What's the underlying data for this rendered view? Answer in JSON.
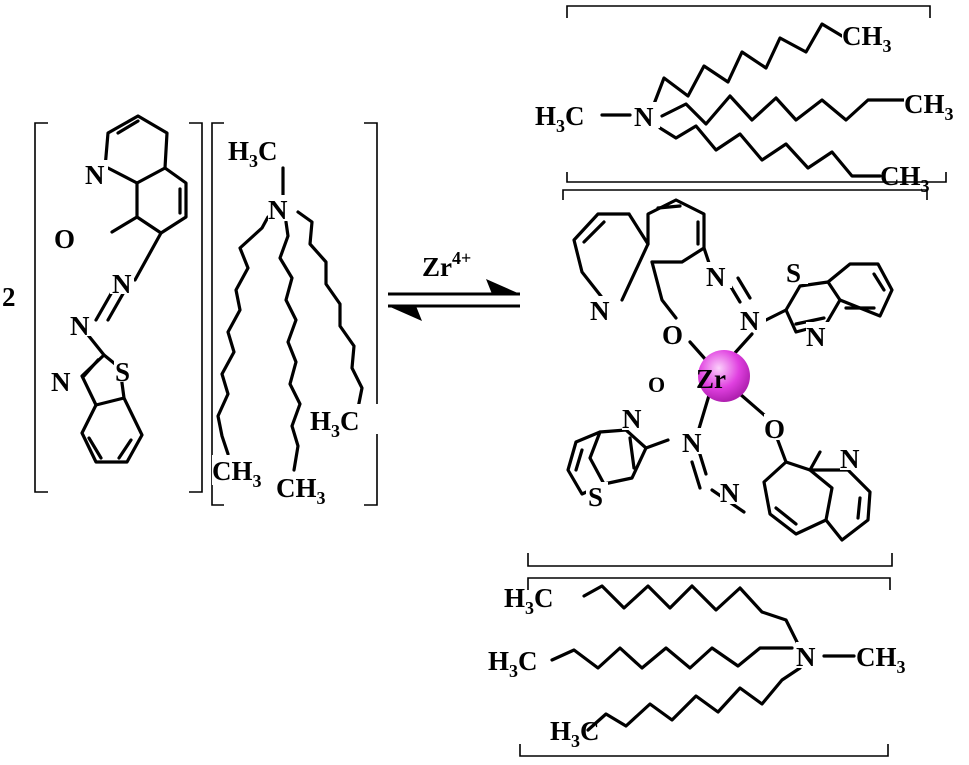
{
  "figure": {
    "coefficient": "2",
    "reagent": "Zr",
    "reagent_charge": "4+"
  },
  "atoms": {
    "N": "N",
    "O": "O",
    "S": "S",
    "C": "C",
    "H": "H",
    "sub3": "3",
    "Zr": "Zr"
  },
  "colors": {
    "zirconium": "#e040e0",
    "ink": "#000000"
  }
}
